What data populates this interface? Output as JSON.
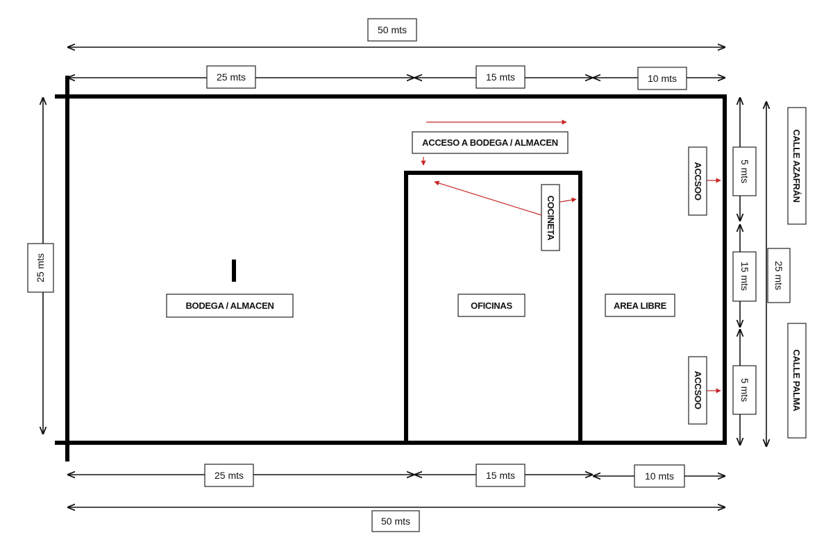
{
  "dimensions": {
    "top_total": "50 mts",
    "top_seg1": "25 mts",
    "top_seg2": "15 mts",
    "top_seg3": "10 mts",
    "bottom_seg1": "25 mts",
    "bottom_seg2": "15 mts",
    "bottom_seg3": "10 mts",
    "bottom_total": "50 mts",
    "left_height": "25 mts",
    "right_seg1": "5 mts",
    "right_seg2": "15 mts",
    "right_seg3": "5 mts",
    "right_total": "25 mts"
  },
  "zones": {
    "bodega": "BODEGA / ALMACEN",
    "oficinas": "OFICINAS",
    "area_libre": "AREA LIBRE",
    "cocineta": "COCINETA"
  },
  "labels": {
    "acceso_bodega": "ACCESO A BODEGA / ALMACEN",
    "access_top": "ACCSOO",
    "access_bottom": "ACCSOO",
    "street_top": "CALLE AZAFRÁN",
    "street_bottom": "CALLE PALMA"
  },
  "colors": {
    "walls": "#000000",
    "arrows_access": "#c62828"
  }
}
